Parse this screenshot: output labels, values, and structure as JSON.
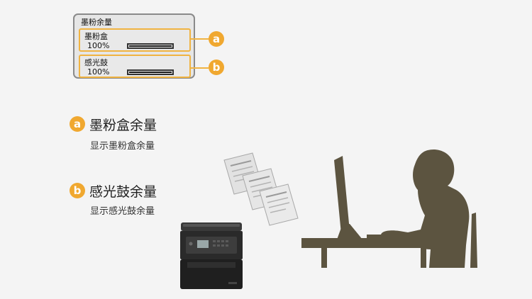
{
  "lcd": {
    "title": "墨粉余量",
    "items": [
      {
        "label": "墨粉盒",
        "percent_text": "100%",
        "level": 1.0
      },
      {
        "label": "感光鼓",
        "percent_text": "100%",
        "level": 1.0
      }
    ]
  },
  "badges": {
    "a": "a",
    "b": "b"
  },
  "descriptions": {
    "a": {
      "title": "墨粉盒余量",
      "subtitle": "显示墨粉盒余量"
    },
    "b": {
      "title": "感光鼓余量",
      "subtitle": "显示感光鼓余量"
    }
  },
  "colors": {
    "accent": "#f0a830",
    "silhouette": "#5c5440",
    "background": "#f4f4f4"
  }
}
